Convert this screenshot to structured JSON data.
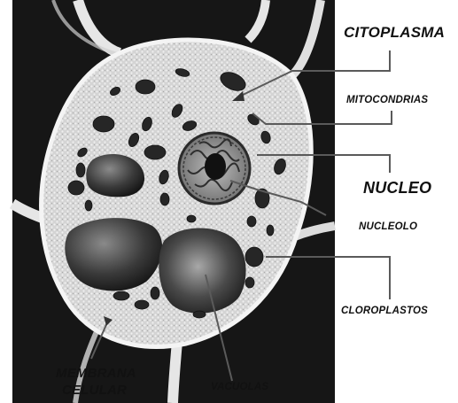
{
  "labels": {
    "citoplasma": "CITOPLASMA",
    "mitocondrias": "MITOCONDRIAS",
    "nucleo": "NUCLEO",
    "nucleolo": "NUCLEOLO",
    "cloroplastos": "CLOROPLASTOS",
    "membrana_line1": "MEMBRANA",
    "membrana_line2": "CELULAR",
    "vacuolas": "VACUOLAS"
  },
  "colors": {
    "background_tissue": "#1c1c1c",
    "cytoplasm": "#d9d9d9",
    "organelle": "#2a2a2a",
    "leader_line": "#555555"
  }
}
